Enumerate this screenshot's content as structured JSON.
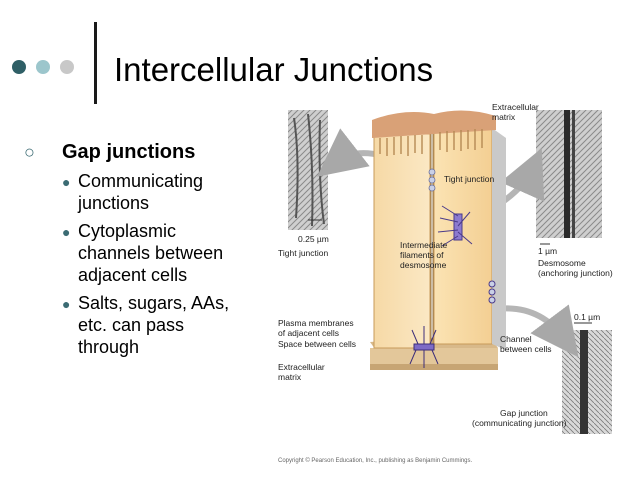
{
  "slide": {
    "title": "Intercellular Junctions",
    "accent_colors": [
      "#2f5f66",
      "#9cc6cc",
      "#c8c8c8"
    ],
    "bullet_main": "Gap junctions",
    "sub_bullets": [
      "Communicating junctions",
      "Cytoplasmic channels between adjacent cells",
      "Salts, sugars, AAs, etc. can pass through"
    ]
  },
  "figure": {
    "labels": {
      "extracellular_matrix_top_1": "Extracellular",
      "extracellular_matrix_top_2": "matrix",
      "tight_junction_inner": "Tight junction",
      "scale_025": "0.25 µm",
      "tight_junction_outer": "Tight junction",
      "intermediate_1": "Intermediate",
      "intermediate_2": "filaments of",
      "intermediate_3": "desmosome",
      "scale_1": "1 µm",
      "desmosome_1": "Desmosome",
      "desmosome_2": "(anchoring junction)",
      "plasma_1": "Plasma membranes",
      "plasma_2": "of adjacent cells",
      "space_between": "Space between cells",
      "extracellular_bottom_1": "Extracellular",
      "extracellular_bottom_2": "matrix",
      "channel_1": "Channel",
      "channel_2": "between cells",
      "scale_01": "0.1 µm",
      "gap_junction_1": "Gap junction",
      "gap_junction_2": "(communicating junction)",
      "copyright": "Copyright © Pearson Education, Inc., publishing as Benjamin Cummings."
    }
  }
}
